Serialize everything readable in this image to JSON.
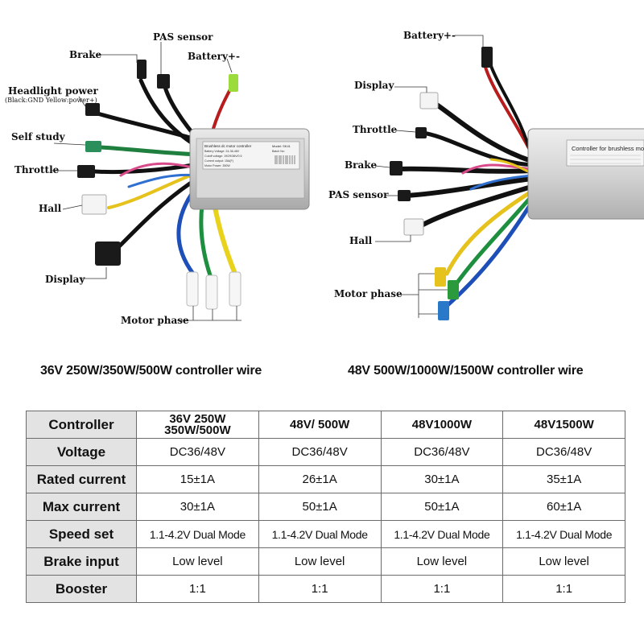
{
  "left_diagram": {
    "labels": {
      "pas_sensor": "PAS sensor",
      "brake": "Brake",
      "battery": "Battery+-",
      "headlight": "Headlight power",
      "headlight_note": "(Black:GND Yellow:power+)",
      "self_study": "Self study",
      "throttle": "Throttle",
      "hall": "Hall",
      "display": "Display",
      "motor_phase": "Motor phase"
    },
    "controller_label": {
      "title": "Brushless dc motor controller",
      "model": "Model: SK41",
      "line1": "Battery Voltage: 24-36-48V",
      "line2": "Cutoff voltage: 19/29/38V/0.5",
      "line3": "Current output: 15A(F)",
      "line4": "Motor Power: 350W",
      "batch": "Batch No:"
    }
  },
  "right_diagram": {
    "labels": {
      "battery": "Battery+-",
      "display": "Display",
      "throttle": "Throttle",
      "brake": "Brake",
      "pas_sensor": "PAS sensor",
      "hall": "Hall",
      "motor_phase": "Motor phase"
    },
    "controller_label": {
      "title": "Controller for brushless motor"
    }
  },
  "captions": {
    "left": "36V 250W/350W/500W controller wire",
    "right": "48V 500W/1000W/1500W controller wire"
  },
  "table": {
    "corner": "Controller",
    "columns": [
      {
        "line1": "36V 250W",
        "line2": "350W/500W"
      },
      {
        "line1": "48V/ 500W",
        "line2": ""
      },
      {
        "line1": "48V1000W",
        "line2": ""
      },
      {
        "line1": "48V1500W",
        "line2": ""
      }
    ],
    "rows": [
      {
        "label": "Voltage",
        "cells": [
          "DC36/48V",
          "DC36/48V",
          "DC36/48V",
          "DC36/48V"
        ]
      },
      {
        "label": "Rated current",
        "cells": [
          "15±1A",
          "26±1A",
          "30±1A",
          "35±1A"
        ]
      },
      {
        "label": "Max current",
        "cells": [
          "30±1A",
          "50±1A",
          "50±1A",
          "60±1A"
        ]
      },
      {
        "label": "Speed set",
        "cells": [
          "1.1-4.2V Dual Mode",
          "1.1-4.2V Dual Mode",
          "1.1-4.2V Dual Mode",
          "1.1-4.2V Dual Mode"
        ]
      },
      {
        "label": "Brake input",
        "cells": [
          "Low level",
          "Low level",
          "Low level",
          "Low level"
        ]
      },
      {
        "label": "Booster",
        "cells": [
          "1:1",
          "1:1",
          "1:1",
          "1:1"
        ]
      }
    ]
  }
}
